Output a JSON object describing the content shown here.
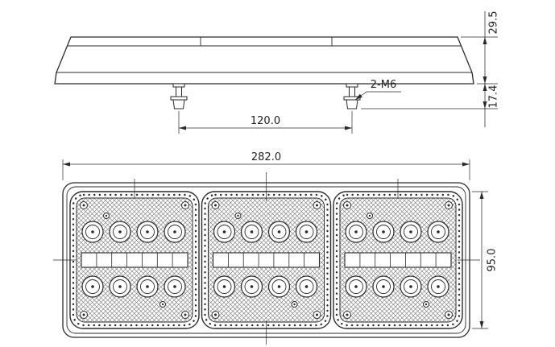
{
  "title": "Triple-module LED combination lamp - dimensioned technical drawing",
  "colors": {
    "ink": "#2a2a2a",
    "background": "#ffffff"
  },
  "side_view": {
    "labels": {
      "height": "29.5",
      "stud_protrusion": "17.4",
      "stud_spacing": "120.0",
      "thread": "2-M6"
    }
  },
  "front_view": {
    "labels": {
      "width": "282.0",
      "height": "95.0"
    }
  }
}
